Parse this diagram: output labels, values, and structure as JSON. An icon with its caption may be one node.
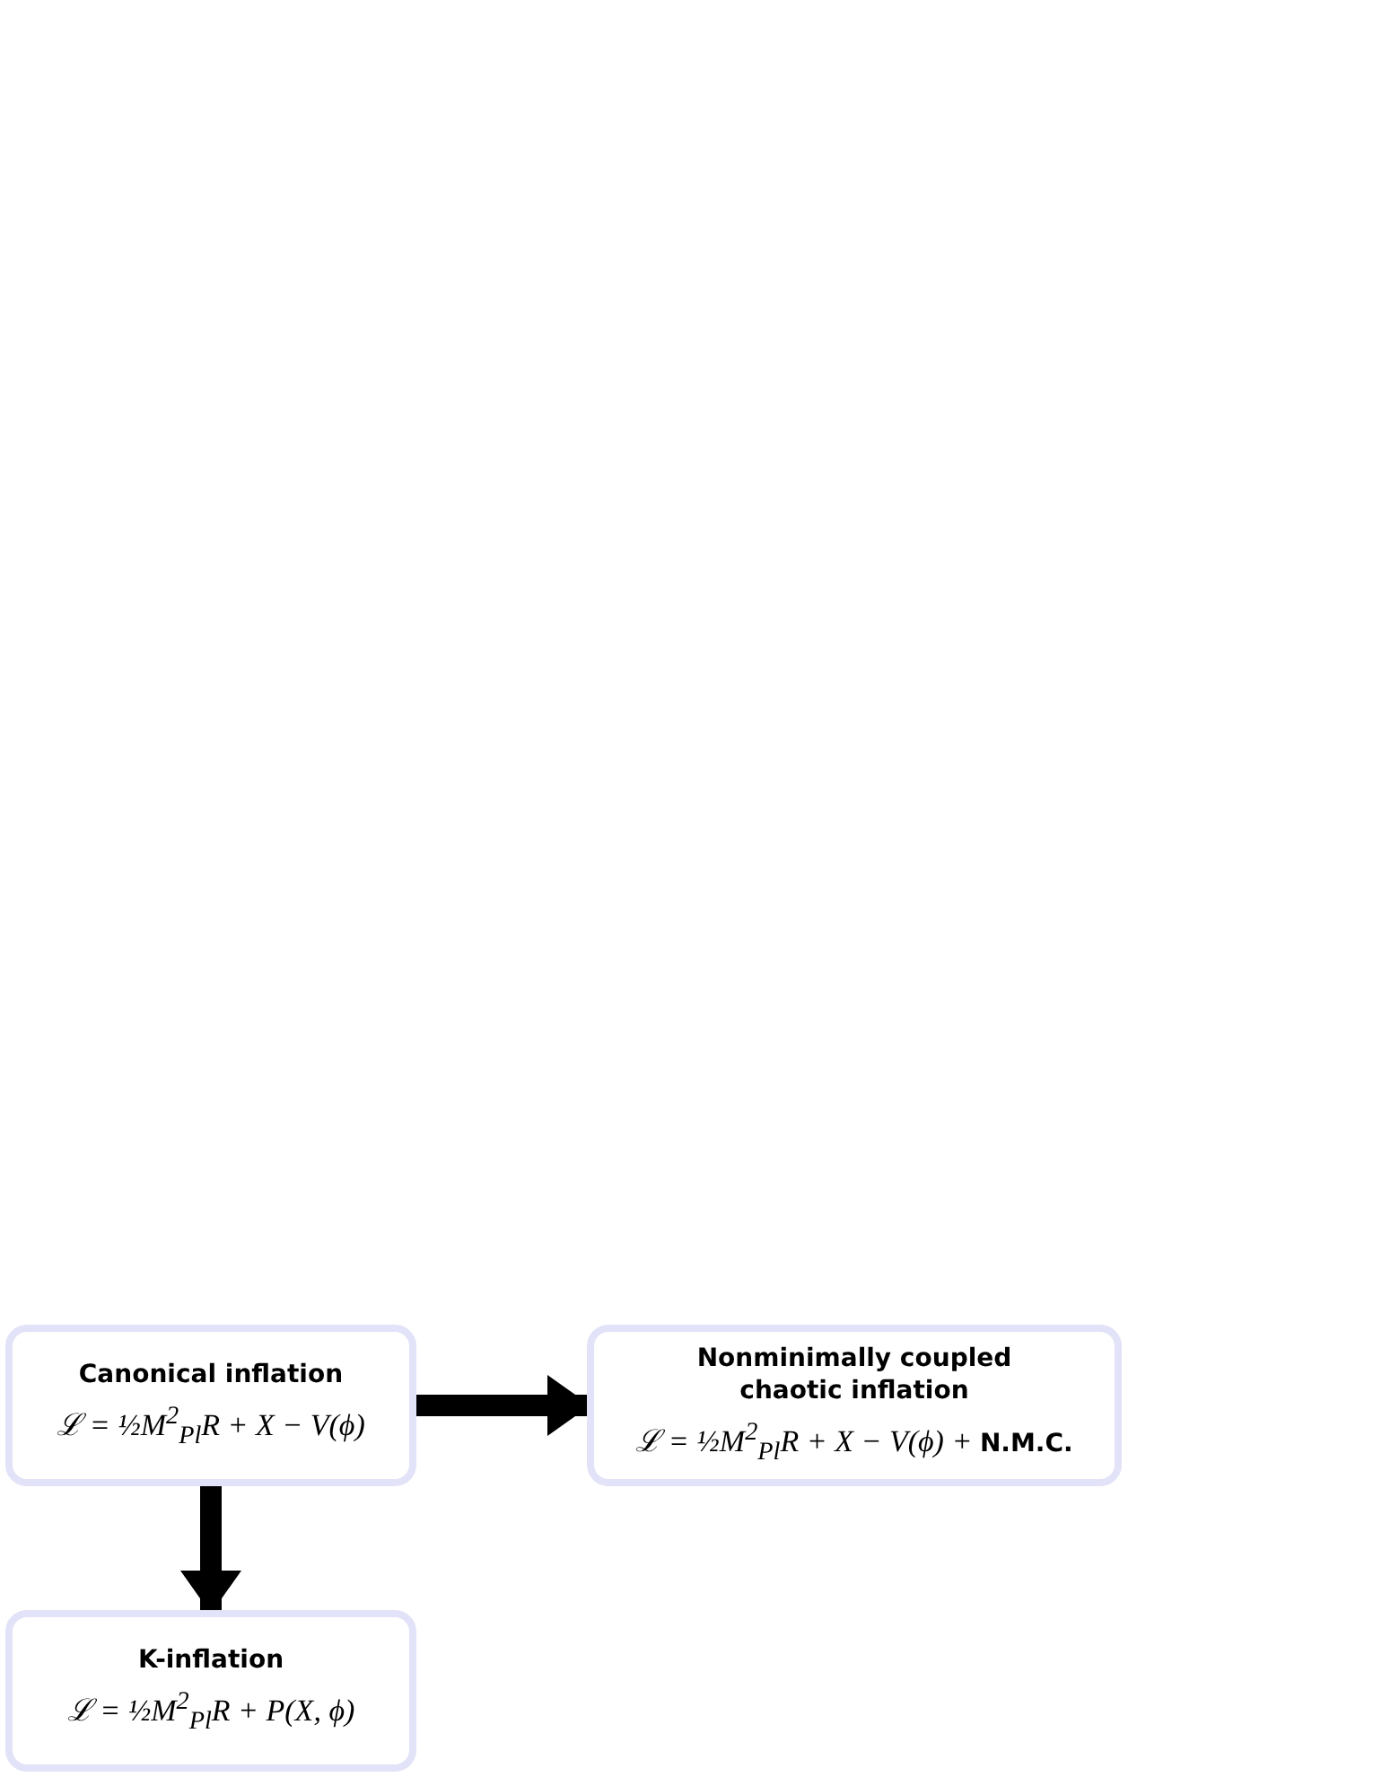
{
  "diagram": {
    "nodes": [
      {
        "text": [
          "Canonical inflation",
          "ℒ = ½M$^{2}$$_{Pl}$R + X − V(ϕ)"
        ]
      },
      {
        "text": [
          "Nonminimally coupled chaotic inflation",
          "ℒ = ½M$^{2}$$_{Pl}$R + X − V(ϕ) + **N.M.C.**"
        ]
      },
      {
        "text": [
          "K-inflation",
          "ℒ = ½M$^{2}$$_{Pl}$R + P(X, ϕ)"
        ]
      }
    ],
    "edges": [
      {
        "from": 0,
        "to": 1,
        "arrow": "to"
      },
      {
        "from": 0,
        "to": 2,
        "arrow": "to"
      }
    ]
  }
}
